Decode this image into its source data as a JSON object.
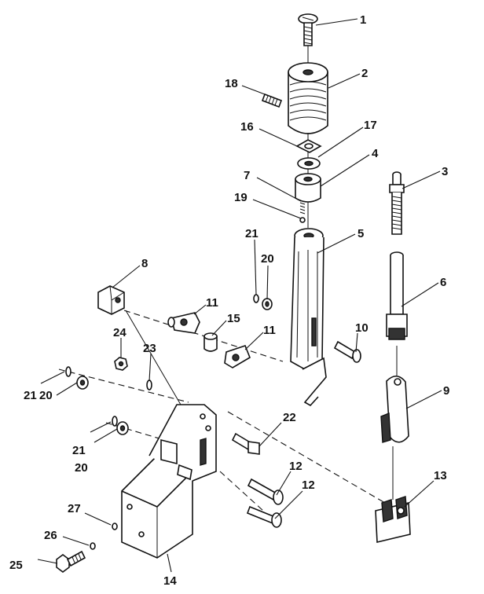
{
  "callouts": [
    {
      "id": "1",
      "text": "1"
    },
    {
      "id": "2",
      "text": "2"
    },
    {
      "id": "3",
      "text": "3"
    },
    {
      "id": "4",
      "text": "4"
    },
    {
      "id": "5",
      "text": "5"
    },
    {
      "id": "6",
      "text": "6"
    },
    {
      "id": "7",
      "text": "7"
    },
    {
      "id": "8",
      "text": "8"
    },
    {
      "id": "9",
      "text": "9"
    },
    {
      "id": "10",
      "text": "10"
    },
    {
      "id": "11a",
      "text": "11"
    },
    {
      "id": "11b",
      "text": "11"
    },
    {
      "id": "12a",
      "text": "12"
    },
    {
      "id": "12b",
      "text": "12"
    },
    {
      "id": "13",
      "text": "13"
    },
    {
      "id": "14",
      "text": "14"
    },
    {
      "id": "15",
      "text": "15"
    },
    {
      "id": "16",
      "text": "16"
    },
    {
      "id": "17",
      "text": "17"
    },
    {
      "id": "18",
      "text": "18"
    },
    {
      "id": "19",
      "text": "19"
    },
    {
      "id": "20a",
      "text": "20"
    },
    {
      "id": "20b",
      "text": "20"
    },
    {
      "id": "20c",
      "text": "20"
    },
    {
      "id": "21a",
      "text": "21"
    },
    {
      "id": "21b",
      "text": "21"
    },
    {
      "id": "21c",
      "text": "21"
    },
    {
      "id": "22",
      "text": "22"
    },
    {
      "id": "23",
      "text": "23"
    },
    {
      "id": "24",
      "text": "24"
    },
    {
      "id": "25",
      "text": "25"
    },
    {
      "id": "26",
      "text": "26"
    },
    {
      "id": "27",
      "text": "27"
    }
  ]
}
